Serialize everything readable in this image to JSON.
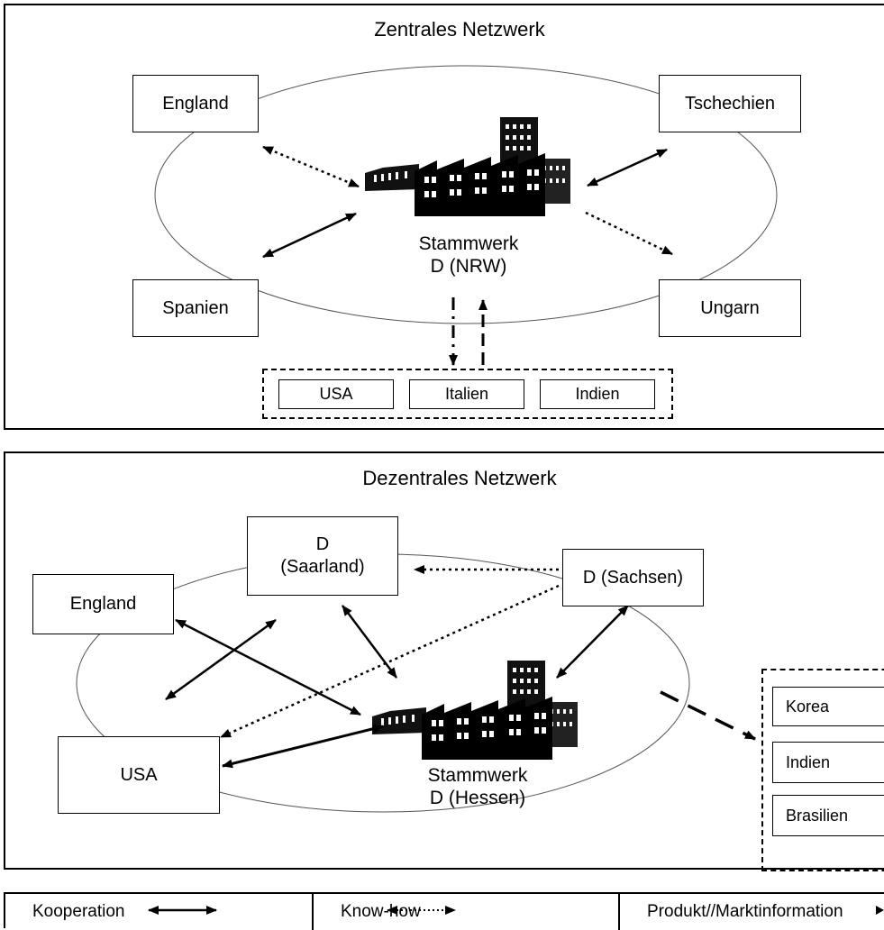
{
  "top": {
    "title": "Zentrales Netzwerk",
    "nodes": {
      "england": "England",
      "tschechien": "Tschechien",
      "spanien": "Spanien",
      "ungarn": "Ungarn"
    },
    "center_line1": "Stammwerk",
    "center_line2": "D (NRW)",
    "group": [
      "USA",
      "Italien",
      "Indien"
    ]
  },
  "bottom": {
    "title": "Dezentrales Netzwerk",
    "nodes": {
      "saarland_line1": "D",
      "saarland_line2": "(Saarland)",
      "sachsen": "D (Sachsen)",
      "england": "England",
      "usa": "USA"
    },
    "center_line1": "Stammwerk",
    "center_line2": "D (Hessen)",
    "group": [
      "Korea",
      "Indien",
      "Brasilien"
    ]
  },
  "legend": {
    "kooperation": "Kooperation",
    "knowhow": "Know-how",
    "produkt": "Produkt//Marktinformation"
  },
  "icons": {
    "factory": "factory-icon"
  }
}
